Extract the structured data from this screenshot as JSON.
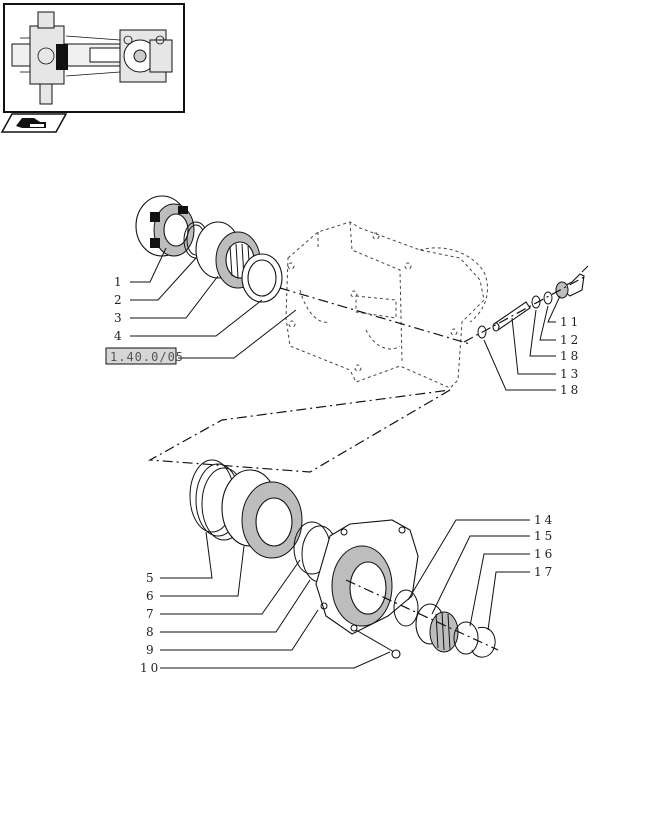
{
  "reference_label": "1.40.0/05",
  "callouts_left": [
    "1",
    "2",
    "3",
    "4",
    "5",
    "6",
    "7",
    "8",
    "9",
    "10"
  ],
  "callouts_right": [
    "11",
    "12",
    "18",
    "13",
    "18",
    "14",
    "15",
    "16",
    "17"
  ],
  "icons": {
    "thumbnail": "axle-assembly-thumbnail",
    "nav": "prev-page-hand-icon"
  }
}
